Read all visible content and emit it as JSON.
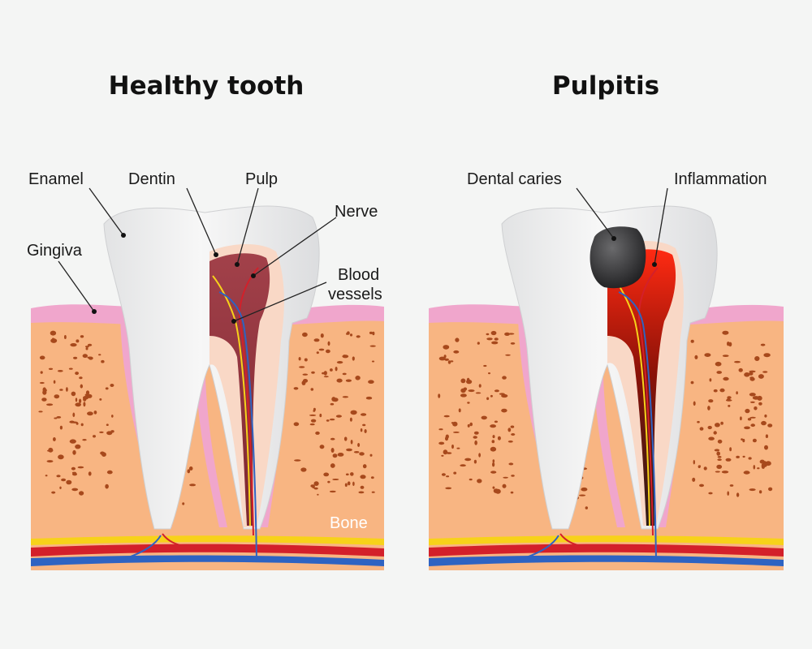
{
  "panels": {
    "healthy": {
      "title": "Healthy tooth",
      "labels": {
        "enamel": "Enamel",
        "dentin": "Dentin",
        "pulp": "Pulp",
        "nerve": "Nerve",
        "blood_vessels_line1": "Blood",
        "blood_vessels_line2": "vessels",
        "gingiva": "Gingiva",
        "bone": "Bone"
      }
    },
    "pulpitis": {
      "title": "Pulpitis",
      "labels": {
        "dental_caries": "Dental caries",
        "inflammation": "Inflammation"
      }
    }
  },
  "colors": {
    "background": "#f4f5f4",
    "bone": "#f8b582",
    "bone_pores": "#a7491c",
    "gingiva": "#f0a6cc",
    "enamel": "#eeeeef",
    "dentin": "#f9d8c6",
    "pulp_healthy": "#8e2f38",
    "pulp_inflamed": "#e8150d",
    "caries": "#3a3a3c",
    "artery": "#d3202a",
    "vein": "#2e63c2",
    "nerve": "#f7d21a"
  }
}
